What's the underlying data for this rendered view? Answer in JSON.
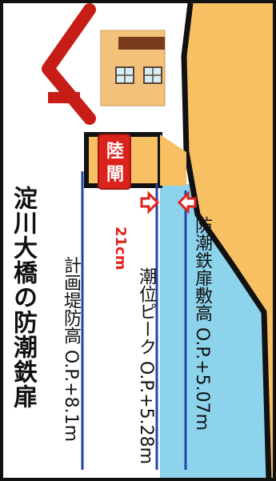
{
  "title": "淀川大橋の防潮鉄扉",
  "labels": {
    "plan_height": "計画堤防高 O.P.+8.1m",
    "tide_peak": "潮位ピーク O.P.+5.28m",
    "gate_sill": "防潮鉄扉敷高 O.P.+5.07m",
    "difference": "21cm"
  },
  "gate": {
    "char_1": "陸",
    "char_2": "閘"
  },
  "icons": {
    "house": "house-icon",
    "arrows": "arrow-icon"
  },
  "colors": {
    "water": "#8dd3ec",
    "embankment": "#f7c063",
    "gate": "#d9231c",
    "plan_line": "#2245a8",
    "accent": "#e0231b",
    "house_roof": "#c81d17",
    "house_wall": "#f3c27a"
  }
}
